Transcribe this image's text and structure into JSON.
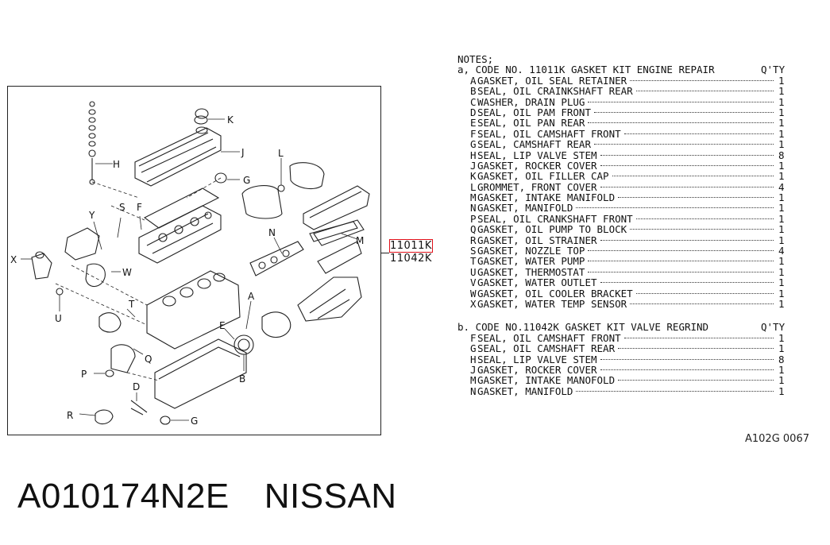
{
  "diagram": {
    "callouts": [
      "K",
      "J",
      "H",
      "G",
      "L",
      "S",
      "F",
      "Y",
      "M",
      "N",
      "X",
      "W",
      "U",
      "T",
      "A",
      "E",
      "Q",
      "B",
      "P",
      "D",
      "R",
      "G"
    ]
  },
  "codes": {
    "primary": "11011K",
    "secondary": "11042K"
  },
  "notes": {
    "title": "NOTES;",
    "section_a": {
      "header": "a, CODE NO. 11011K GASKET KIT ENGINE REPAIR",
      "qty_header": "Q'TY",
      "items": [
        {
          "letter": "A",
          "desc": "GASKET, OIL SEAL RETAINER",
          "qty": "1"
        },
        {
          "letter": "B",
          "desc": "SEAL, OIL CRAINKSHAFT REAR",
          "qty": "1"
        },
        {
          "letter": "C",
          "desc": "WASHER, DRAIN PLUG",
          "qty": "1"
        },
        {
          "letter": "D",
          "desc": "SEAL, OIL PAM FRONT",
          "qty": "1"
        },
        {
          "letter": "E",
          "desc": "SEAL, OIL PAN REAR",
          "qty": "1"
        },
        {
          "letter": "F",
          "desc": "SEAL, OIL CAMSHAFT FRONT",
          "qty": "1"
        },
        {
          "letter": "G",
          "desc": "SEAL, CAMSHAFT REAR",
          "qty": "1"
        },
        {
          "letter": "H",
          "desc": "SEAL, LIP VALVE STEM",
          "qty": "8"
        },
        {
          "letter": "J",
          "desc": "GASKET, ROCKER COVER",
          "qty": "1"
        },
        {
          "letter": "K",
          "desc": "GASKET, OIL FILLER CAP",
          "qty": "1"
        },
        {
          "letter": "L",
          "desc": "GROMMET, FRONT COVER",
          "qty": "4"
        },
        {
          "letter": "M",
          "desc": "GASKET, INTAKE MANIFOLD",
          "qty": "1"
        },
        {
          "letter": "N",
          "desc": "GASKET, MANIFOLD",
          "qty": "1"
        },
        {
          "letter": "P",
          "desc": "SEAL, OIL CRANKSHAFT FRONT",
          "qty": "1"
        },
        {
          "letter": "Q",
          "desc": "GASKET, OIL PUMP TO BLOCK",
          "qty": "1"
        },
        {
          "letter": "R",
          "desc": "GASKET, OIL STRAINER",
          "qty": "1"
        },
        {
          "letter": "S",
          "desc": "GASKET, NOZZLE TOP",
          "qty": "4"
        },
        {
          "letter": "T",
          "desc": "GASKET, WATER PUMP",
          "qty": "1"
        },
        {
          "letter": "U",
          "desc": "GASKET, THERMOSTAT",
          "qty": "1"
        },
        {
          "letter": "V",
          "desc": "GASKET, WATER OUTLET",
          "qty": "1"
        },
        {
          "letter": "W",
          "desc": "GASKET, OIL COOLER BRACKET",
          "qty": "1"
        },
        {
          "letter": "X",
          "desc": "GASKET, WATER TEMP SENSOR",
          "qty": "1"
        }
      ]
    },
    "section_b": {
      "header": "b. CODE NO.11042K GASKET KIT VALVE REGRIND",
      "qty_header": "Q'TY",
      "items": [
        {
          "letter": "F",
          "desc": "SEAL, OIL CAMSHAFT FRONT",
          "qty": "1"
        },
        {
          "letter": "G",
          "desc": "SEAL, OIL CAMSHAFT REAR",
          "qty": "1"
        },
        {
          "letter": "H",
          "desc": "SEAL, LIP VALVE STEM",
          "qty": "8"
        },
        {
          "letter": "J",
          "desc": "GASKET, ROCKER COVER",
          "qty": "1"
        },
        {
          "letter": "M",
          "desc": "GASKET, INTAKE MANOFOLD",
          "qty": "1"
        },
        {
          "letter": "N",
          "desc": "GASKET, MANIFOLD",
          "qty": "1"
        }
      ]
    }
  },
  "figure_code": "A102G 0067",
  "footer": {
    "part_number": "A010174N2E",
    "brand": "NISSAN"
  },
  "colors": {
    "highlight": "#e0101a",
    "ink": "#111111"
  }
}
